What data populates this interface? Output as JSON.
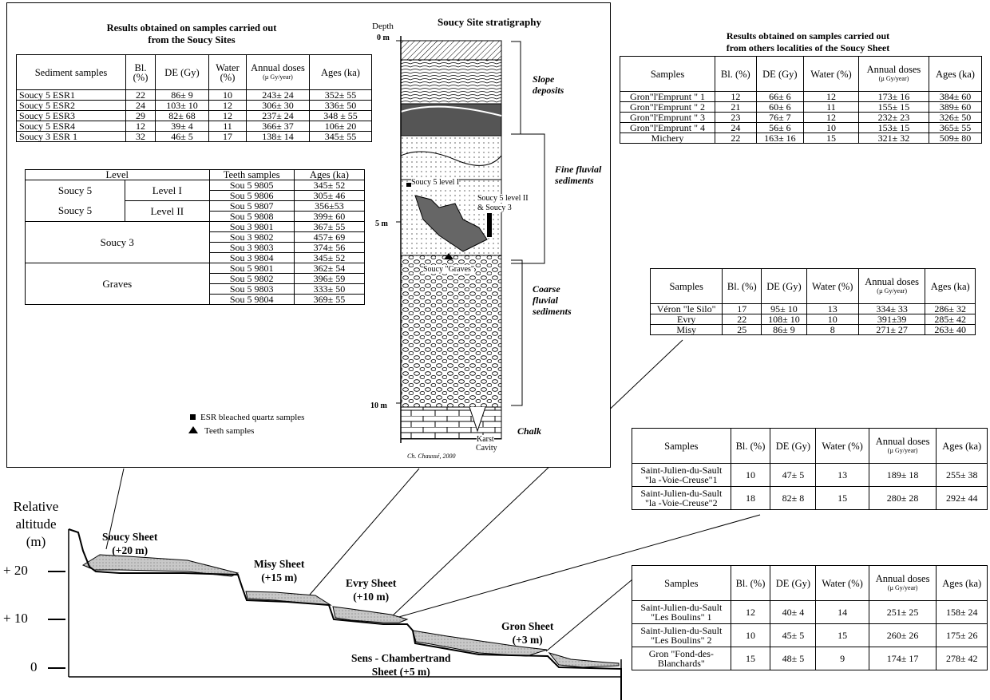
{
  "soucy_results": {
    "title_line1": "Results obtained on samples carried out",
    "title_line2": "from the Soucy Sites",
    "headers": [
      "Sediment samples",
      "Bl. (%)",
      "DE (Gy)",
      "Water (%)",
      "Annual doses",
      "(µ Gy/year)",
      "Ages (ka)"
    ],
    "rows": [
      [
        "Soucy 5 ESR1",
        "22",
        "86± 9",
        "10",
        "243± 24",
        "352± 55"
      ],
      [
        "Soucy 5 ESR2",
        "24",
        "103± 10",
        "12",
        "306± 30",
        "336± 50"
      ],
      [
        "Soucy 5 ESR3",
        "29",
        "82± 68",
        "12",
        "237± 24",
        "348 ± 55"
      ],
      [
        "Soucy 5 ESR4",
        "12",
        "39± 4",
        "11",
        "366± 37",
        "106± 20"
      ],
      [
        "Soucy 3 ESR 1",
        "32",
        "46± 5",
        "17",
        "138± 14",
        "345± 55"
      ]
    ]
  },
  "teeth": {
    "headers": [
      "Level",
      "Teeth samples",
      "Ages (ka)"
    ],
    "groups": [
      {
        "site": "Soucy 5",
        "level": "Level I",
        "rows": [
          [
            "Sou 5 9805",
            "345± 52"
          ],
          [
            "Sou 5 9806",
            "305± 46"
          ]
        ]
      },
      {
        "site": "Soucy 5",
        "level": "Level II",
        "rows": [
          [
            "Sou 5 9807",
            "356±53"
          ],
          [
            "Sou 5 9808",
            "399± 60"
          ]
        ]
      },
      {
        "site": "Soucy 3",
        "level": "",
        "rows": [
          [
            "Sou 3 9801",
            "367± 55"
          ],
          [
            "Sou 3 9802",
            "457± 69"
          ],
          [
            "Sou 3 9803",
            "374± 56"
          ],
          [
            "Sou 3 9804",
            "345± 52"
          ]
        ]
      },
      {
        "site": "Graves",
        "level": "",
        "rows": [
          [
            "Sou 5 9801",
            "362± 54"
          ],
          [
            "Sou 5 9802",
            "396± 59"
          ],
          [
            "Sou 5 9803",
            "333± 50"
          ],
          [
            "Sou 5 9804",
            "369± 55"
          ]
        ]
      }
    ]
  },
  "legend": {
    "esr": "ESR bleached quartz samples",
    "teeth": "Teeth samples"
  },
  "strat": {
    "title": "Soucy Site stratigraphy",
    "depth_label": "Depth",
    "depth_ticks": [
      "0 m",
      "5 m",
      "10 m"
    ],
    "units": [
      "Slope deposits",
      "Fine fluvial sediments",
      "Coarse fluvial sediments",
      "Chalk"
    ],
    "labels": {
      "level1": "Soucy 5 level I",
      "level2a": "Soucy 5 level II",
      "level2b": "& Soucy 3",
      "graves": "Soucy \"Graves\"",
      "karst1": "Karst",
      "karst2": "Cavity",
      "credit": "Ch. Chaussé, 2000"
    }
  },
  "other_results": {
    "title_line1": "Results obtained on samples carried out",
    "title_line2": "from others localities of the Soucy Sheet",
    "headers": [
      "Samples",
      "Bl. (%)",
      "DE (Gy)",
      "Water (%)",
      "Annual doses",
      "(µ Gy/year)",
      "Ages (ka)"
    ],
    "rows": [
      [
        "Gron\"l'Emprunt \" 1",
        "12",
        "66± 6",
        "12",
        "173± 16",
        "384± 60"
      ],
      [
        "Gron\"l'Emprunt \" 2",
        "21",
        "60± 6",
        "11",
        "155± 15",
        "389± 60"
      ],
      [
        "Gron\"l'Emprunt \" 3",
        "23",
        "76± 7",
        "12",
        "232± 23",
        "326± 50"
      ],
      [
        "Gron\"l'Emprunt \" 4",
        "24",
        "56± 6",
        "10",
        "153± 15",
        "365± 55"
      ],
      [
        "Michery",
        "22",
        "163± 16",
        "15",
        "321± 32",
        "509± 80"
      ]
    ]
  },
  "misy_table": {
    "headers": [
      "Samples",
      "Bl. (%)",
      "DE (Gy)",
      "Water (%)",
      "Annual doses",
      "(µ Gy/year)",
      "Ages (ka)"
    ],
    "rows": [
      [
        "Véron \"le Silo\"",
        "17",
        "95± 10",
        "13",
        "334± 33",
        "286± 32"
      ],
      [
        "Evry",
        "22",
        "108± 10",
        "10",
        "391±39",
        "285± 42"
      ],
      [
        "Misy",
        "25",
        "86± 9",
        "8",
        "271± 27",
        "263± 40"
      ]
    ]
  },
  "evry_table": {
    "headers": [
      "Samples",
      "Bl. (%)",
      "DE (Gy)",
      "Water (%)",
      "Annual doses",
      "(µ Gy/year)",
      "Ages (ka)"
    ],
    "rows": [
      [
        "Saint-Julien-du-Sault",
        "\"la -Voie-Creuse\"1",
        "10",
        "47± 5",
        "13",
        "189± 18",
        "255± 38"
      ],
      [
        "Saint-Julien-du-Sault",
        "\"la -Voie-Creuse\"2",
        "18",
        "82± 8",
        "15",
        "280± 28",
        "292± 44"
      ]
    ]
  },
  "gron_table": {
    "headers": [
      "Samples",
      "Bl. (%)",
      "DE (Gy)",
      "Water (%)",
      "Annual doses",
      "(µ Gy/year)",
      "Ages (ka)"
    ],
    "rows": [
      [
        "Saint-Julien-du-Sault",
        "\"Les Boulins\" 1",
        "12",
        "40± 4",
        "14",
        "251± 25",
        "158± 24"
      ],
      [
        "Saint-Julien-du-Sault",
        "\"Les Boulins\" 2",
        "10",
        "45± 5",
        "15",
        "260± 26",
        "175± 26"
      ],
      [
        "Gron \"Fond-des-",
        "Blanchards\"",
        "15",
        "48± 5",
        "9",
        "174± 17",
        "278± 42"
      ]
    ]
  },
  "profile": {
    "y_title1": "Relative",
    "y_title2": "altitude",
    "y_unit": "(m)",
    "y_ticks": [
      "+ 20",
      "+ 10",
      "0"
    ],
    "sheets": [
      {
        "name": "Soucy Sheet",
        "alt": "(+20 m)"
      },
      {
        "name": "Misy Sheet",
        "alt": "(+15 m)"
      },
      {
        "name": "Evry Sheet",
        "alt": "(+10 m)"
      },
      {
        "name": "Gron Sheet",
        "alt": "(+3 m)"
      },
      {
        "name": "Sens - Chambertrand",
        "alt": "Sheet  (+5 m)"
      }
    ]
  }
}
